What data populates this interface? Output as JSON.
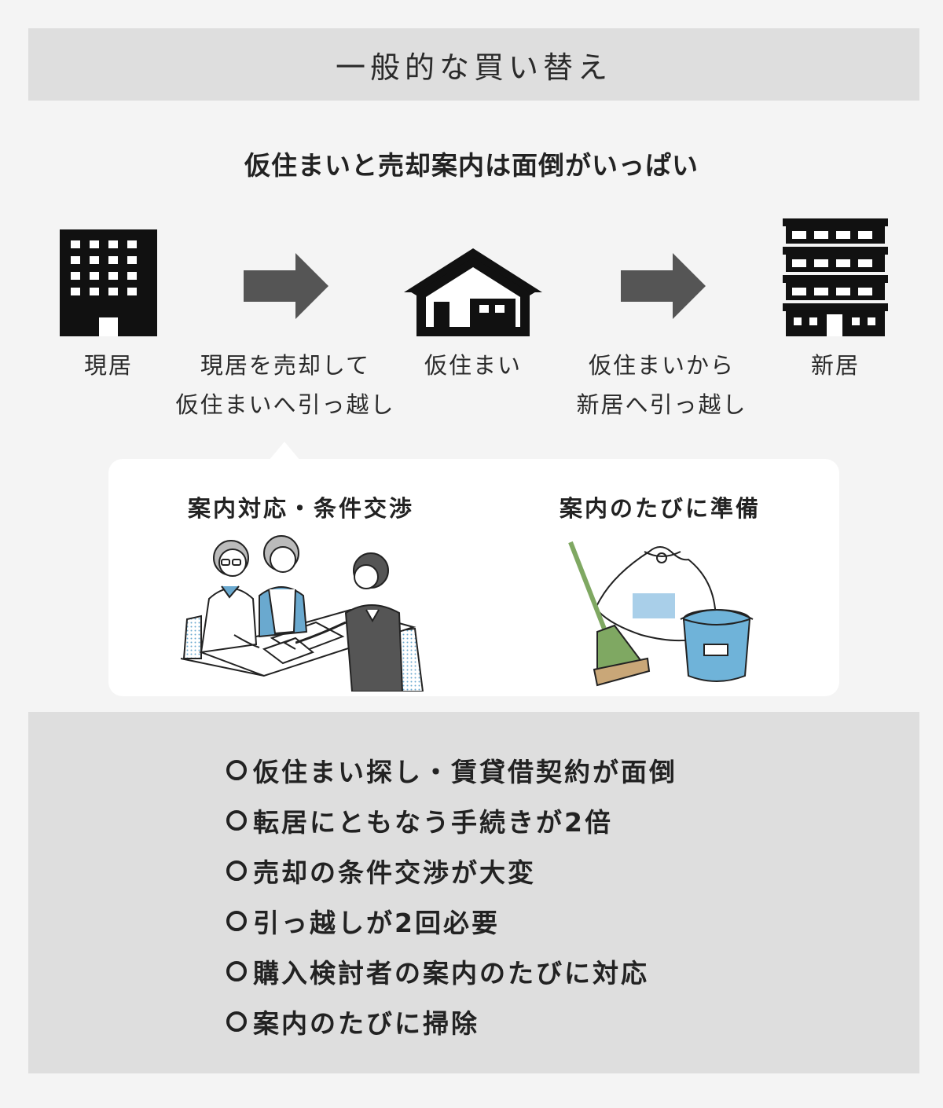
{
  "header": {
    "title": "一般的な買い替え"
  },
  "subtitle": "仮住まいと売却案内は面倒がいっぱい",
  "flow": {
    "current_home": "現居",
    "step1_line1": "現居を売却して",
    "step1_line2": "仮住まいへ引っ越し",
    "temp_home": "仮住まい",
    "step2_line1": "仮住まいから",
    "step2_line2": "新居へ引っ越し",
    "new_home": "新居"
  },
  "panel": {
    "left_title": "案内対応・条件交渉",
    "right_title": "案内のたびに準備"
  },
  "issues": [
    "仮住まい探し・賃貸借契約が面倒",
    "転居にともなう手続きが2倍",
    "売却の条件交渉が大変",
    "引っ越しが2回必要",
    "購入検討者の案内のたびに対応",
    "案内のたびに掃除"
  ],
  "colors": {
    "background": "#f4f4f4",
    "box": "#dedede",
    "icon": "#111111",
    "arrow": "#555555",
    "broom": "#7fa862",
    "bucket": "#6fb3d9"
  },
  "icons": {
    "current_home": "office-building-icon",
    "temp_home": "house-icon",
    "new_home": "apartment-icon",
    "arrow": "right-arrow-icon",
    "people": "meeting-illustration",
    "cleaning": "cleaning-supplies-illustration"
  }
}
